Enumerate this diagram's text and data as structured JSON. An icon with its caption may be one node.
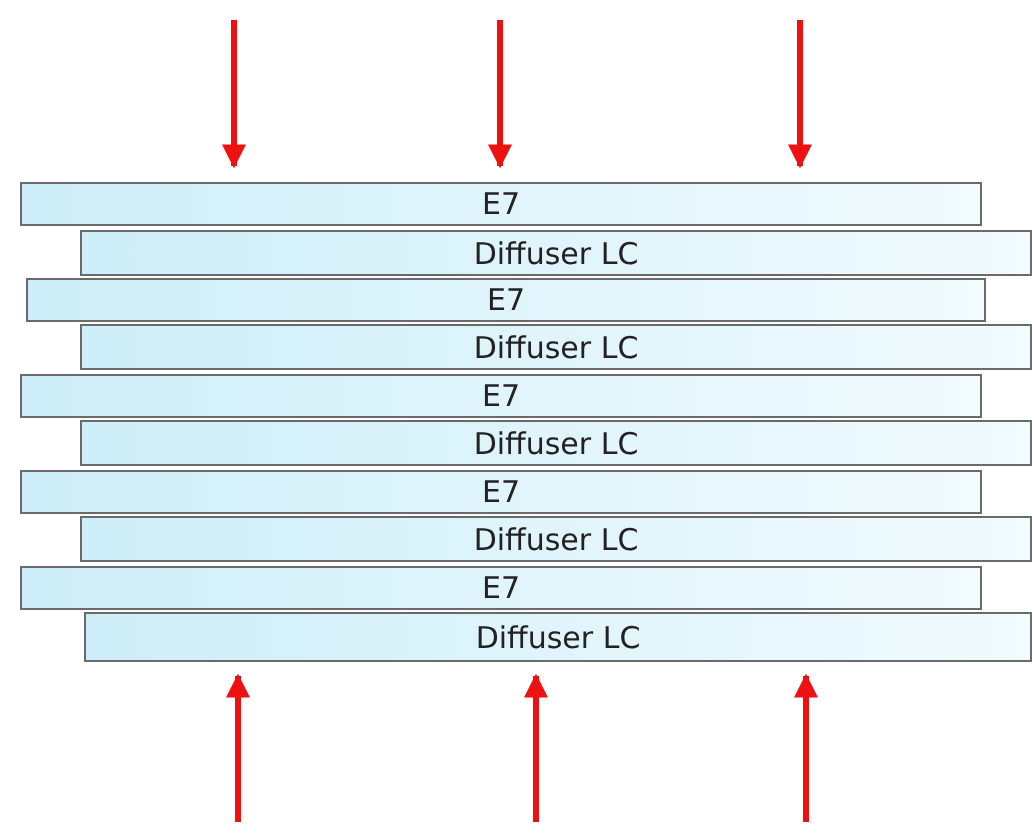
{
  "diagram": {
    "nodes": [
      {
        "text": [
          "E7"
        ]
      },
      {
        "text": [
          "Diffuser LC"
        ]
      },
      {
        "text": [
          "E7"
        ]
      },
      {
        "text": [
          "Diffuser LC"
        ]
      },
      {
        "text": [
          "E7"
        ]
      },
      {
        "text": [
          "Diffuser LC"
        ]
      },
      {
        "text": [
          "E7"
        ]
      },
      {
        "text": [
          "Diffuser LC"
        ]
      },
      {
        "text": [
          "E7"
        ]
      },
      {
        "text": [
          "Diffuser LC"
        ]
      }
    ]
  }
}
